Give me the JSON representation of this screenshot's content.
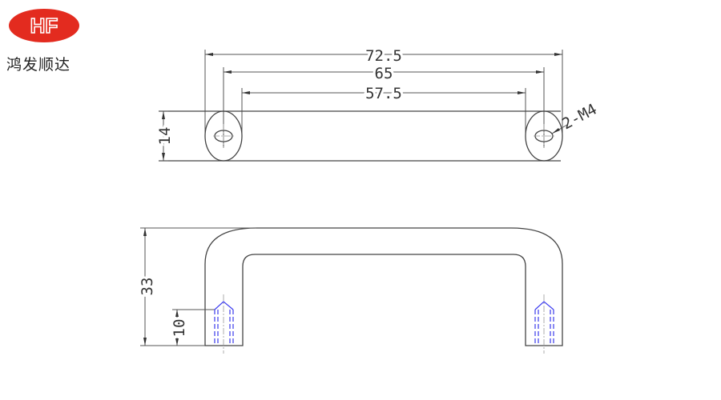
{
  "logo": {
    "text": "HF",
    "brand_name": "鸿发顺达",
    "color": "#e32b1f"
  },
  "top_view": {
    "dimensions": {
      "overall": "72.5",
      "hole_pitch": "65",
      "inner": "57.5",
      "height": "14"
    },
    "thread_note": "2-M4"
  },
  "front_view": {
    "dimensions": {
      "height": "33",
      "thread_depth": "10"
    }
  }
}
